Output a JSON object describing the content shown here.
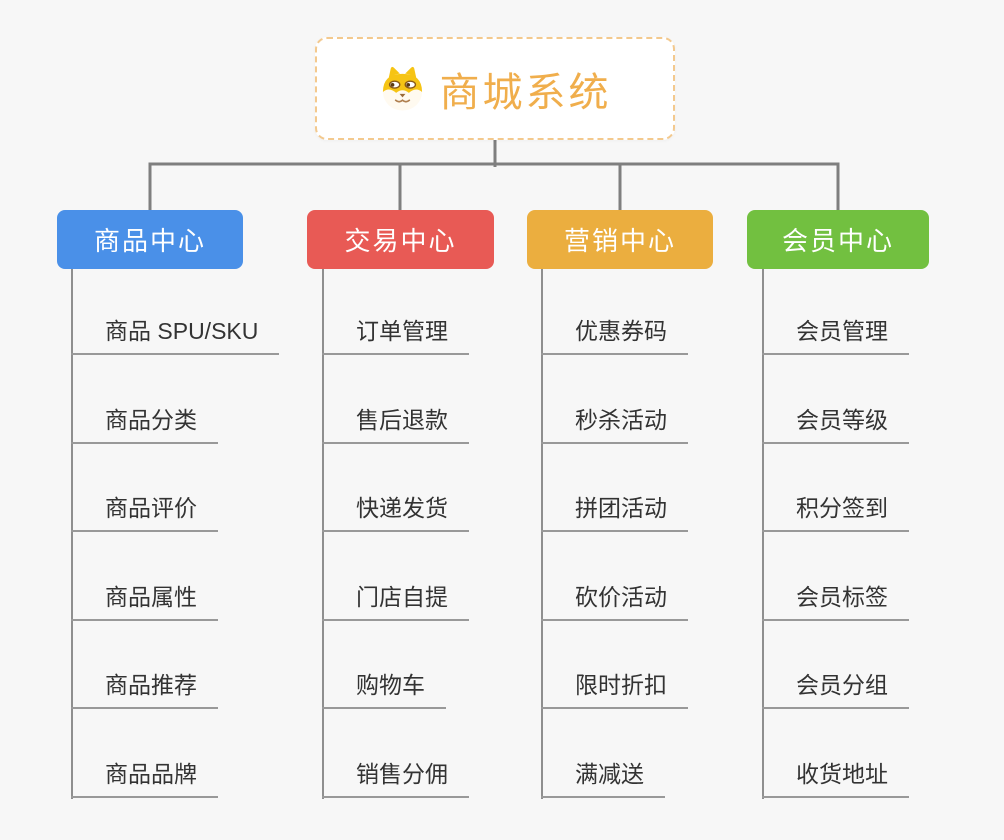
{
  "root": {
    "title": "商城系统",
    "icon": "dog-face-icon",
    "accent": "#f0ae4c",
    "border_color": "#f3c98e"
  },
  "connector_color": "#7f7f7f",
  "branches": [
    {
      "label": "商品中心",
      "color": "#4a90e8",
      "items": [
        "商品 SPU/SKU",
        "商品分类",
        "商品评价",
        "商品属性",
        "商品推荐",
        "商品品牌"
      ]
    },
    {
      "label": "交易中心",
      "color": "#e85a55",
      "items": [
        "订单管理",
        "售后退款",
        "快递发货",
        "门店自提",
        "购物车",
        "销售分佣"
      ]
    },
    {
      "label": "营销中心",
      "color": "#ebae3f",
      "items": [
        "优惠券码",
        "秒杀活动",
        "拼团活动",
        "砍价活动",
        "限时折扣",
        "满减送"
      ]
    },
    {
      "label": "会员中心",
      "color": "#72c040",
      "items": [
        "会员管理",
        "会员等级",
        "积分签到",
        "会员标签",
        "会员分组",
        "收货地址"
      ]
    }
  ]
}
